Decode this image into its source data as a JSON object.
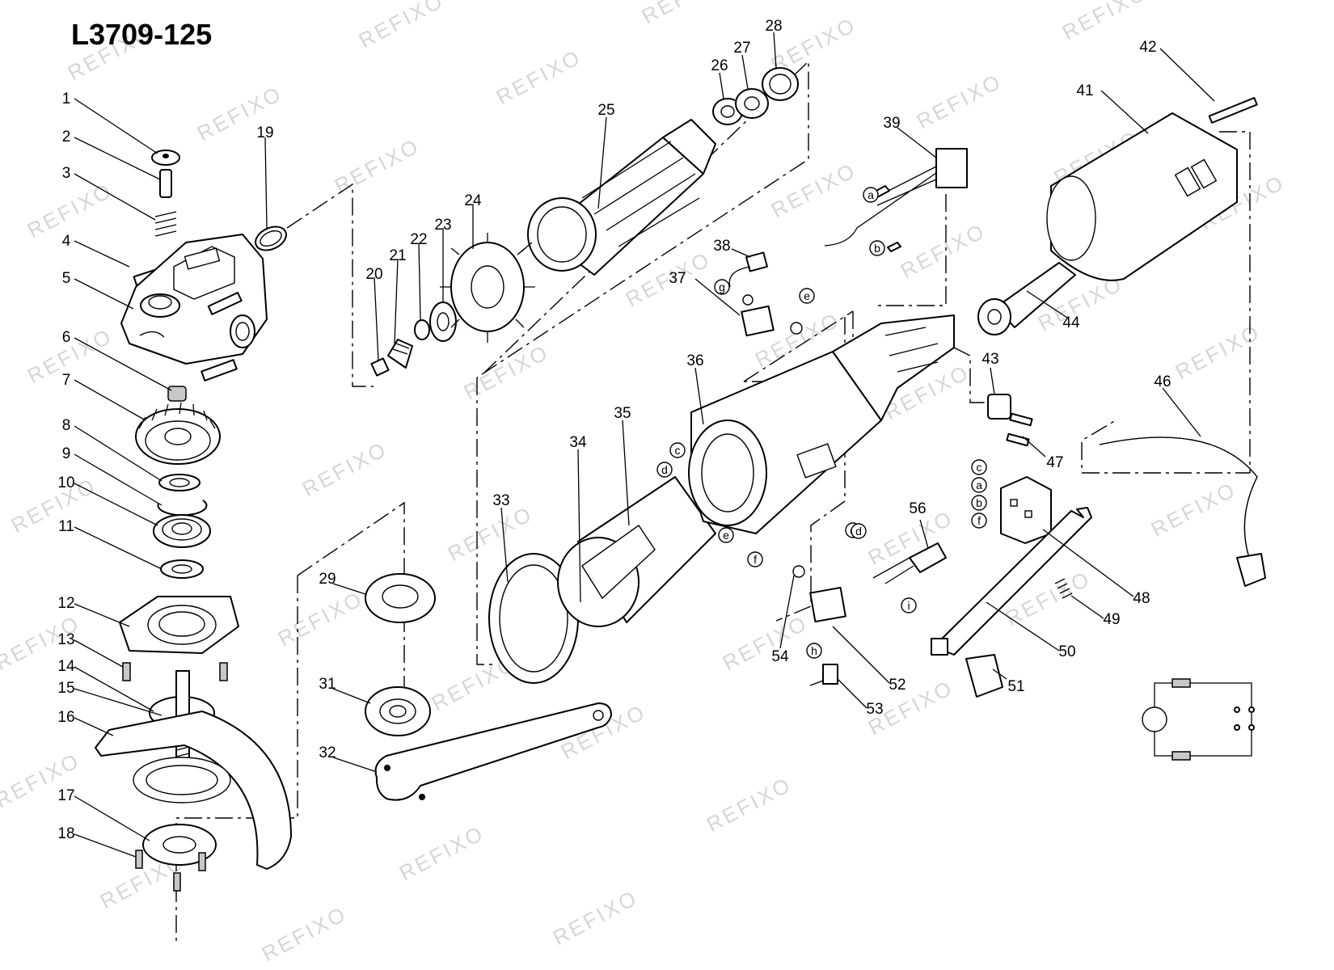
{
  "title": "L3709-125",
  "watermark": "REFIXO",
  "part_numbers": [
    "1",
    "2",
    "3",
    "4",
    "5",
    "6",
    "7",
    "8",
    "9",
    "10",
    "11",
    "12",
    "13",
    "14",
    "15",
    "16",
    "17",
    "18",
    "19",
    "20",
    "21",
    "22",
    "23",
    "24",
    "25",
    "26",
    "27",
    "28",
    "29",
    "31",
    "32",
    "33",
    "34",
    "35",
    "36",
    "37",
    "38",
    "39",
    "41",
    "42",
    "43",
    "44",
    "46",
    "47",
    "48",
    "49",
    "50",
    "51",
    "52",
    "53",
    "54",
    "56"
  ],
  "connection_letters": [
    "a",
    "b",
    "c",
    "d",
    "e",
    "f",
    "g",
    "h",
    "i"
  ]
}
